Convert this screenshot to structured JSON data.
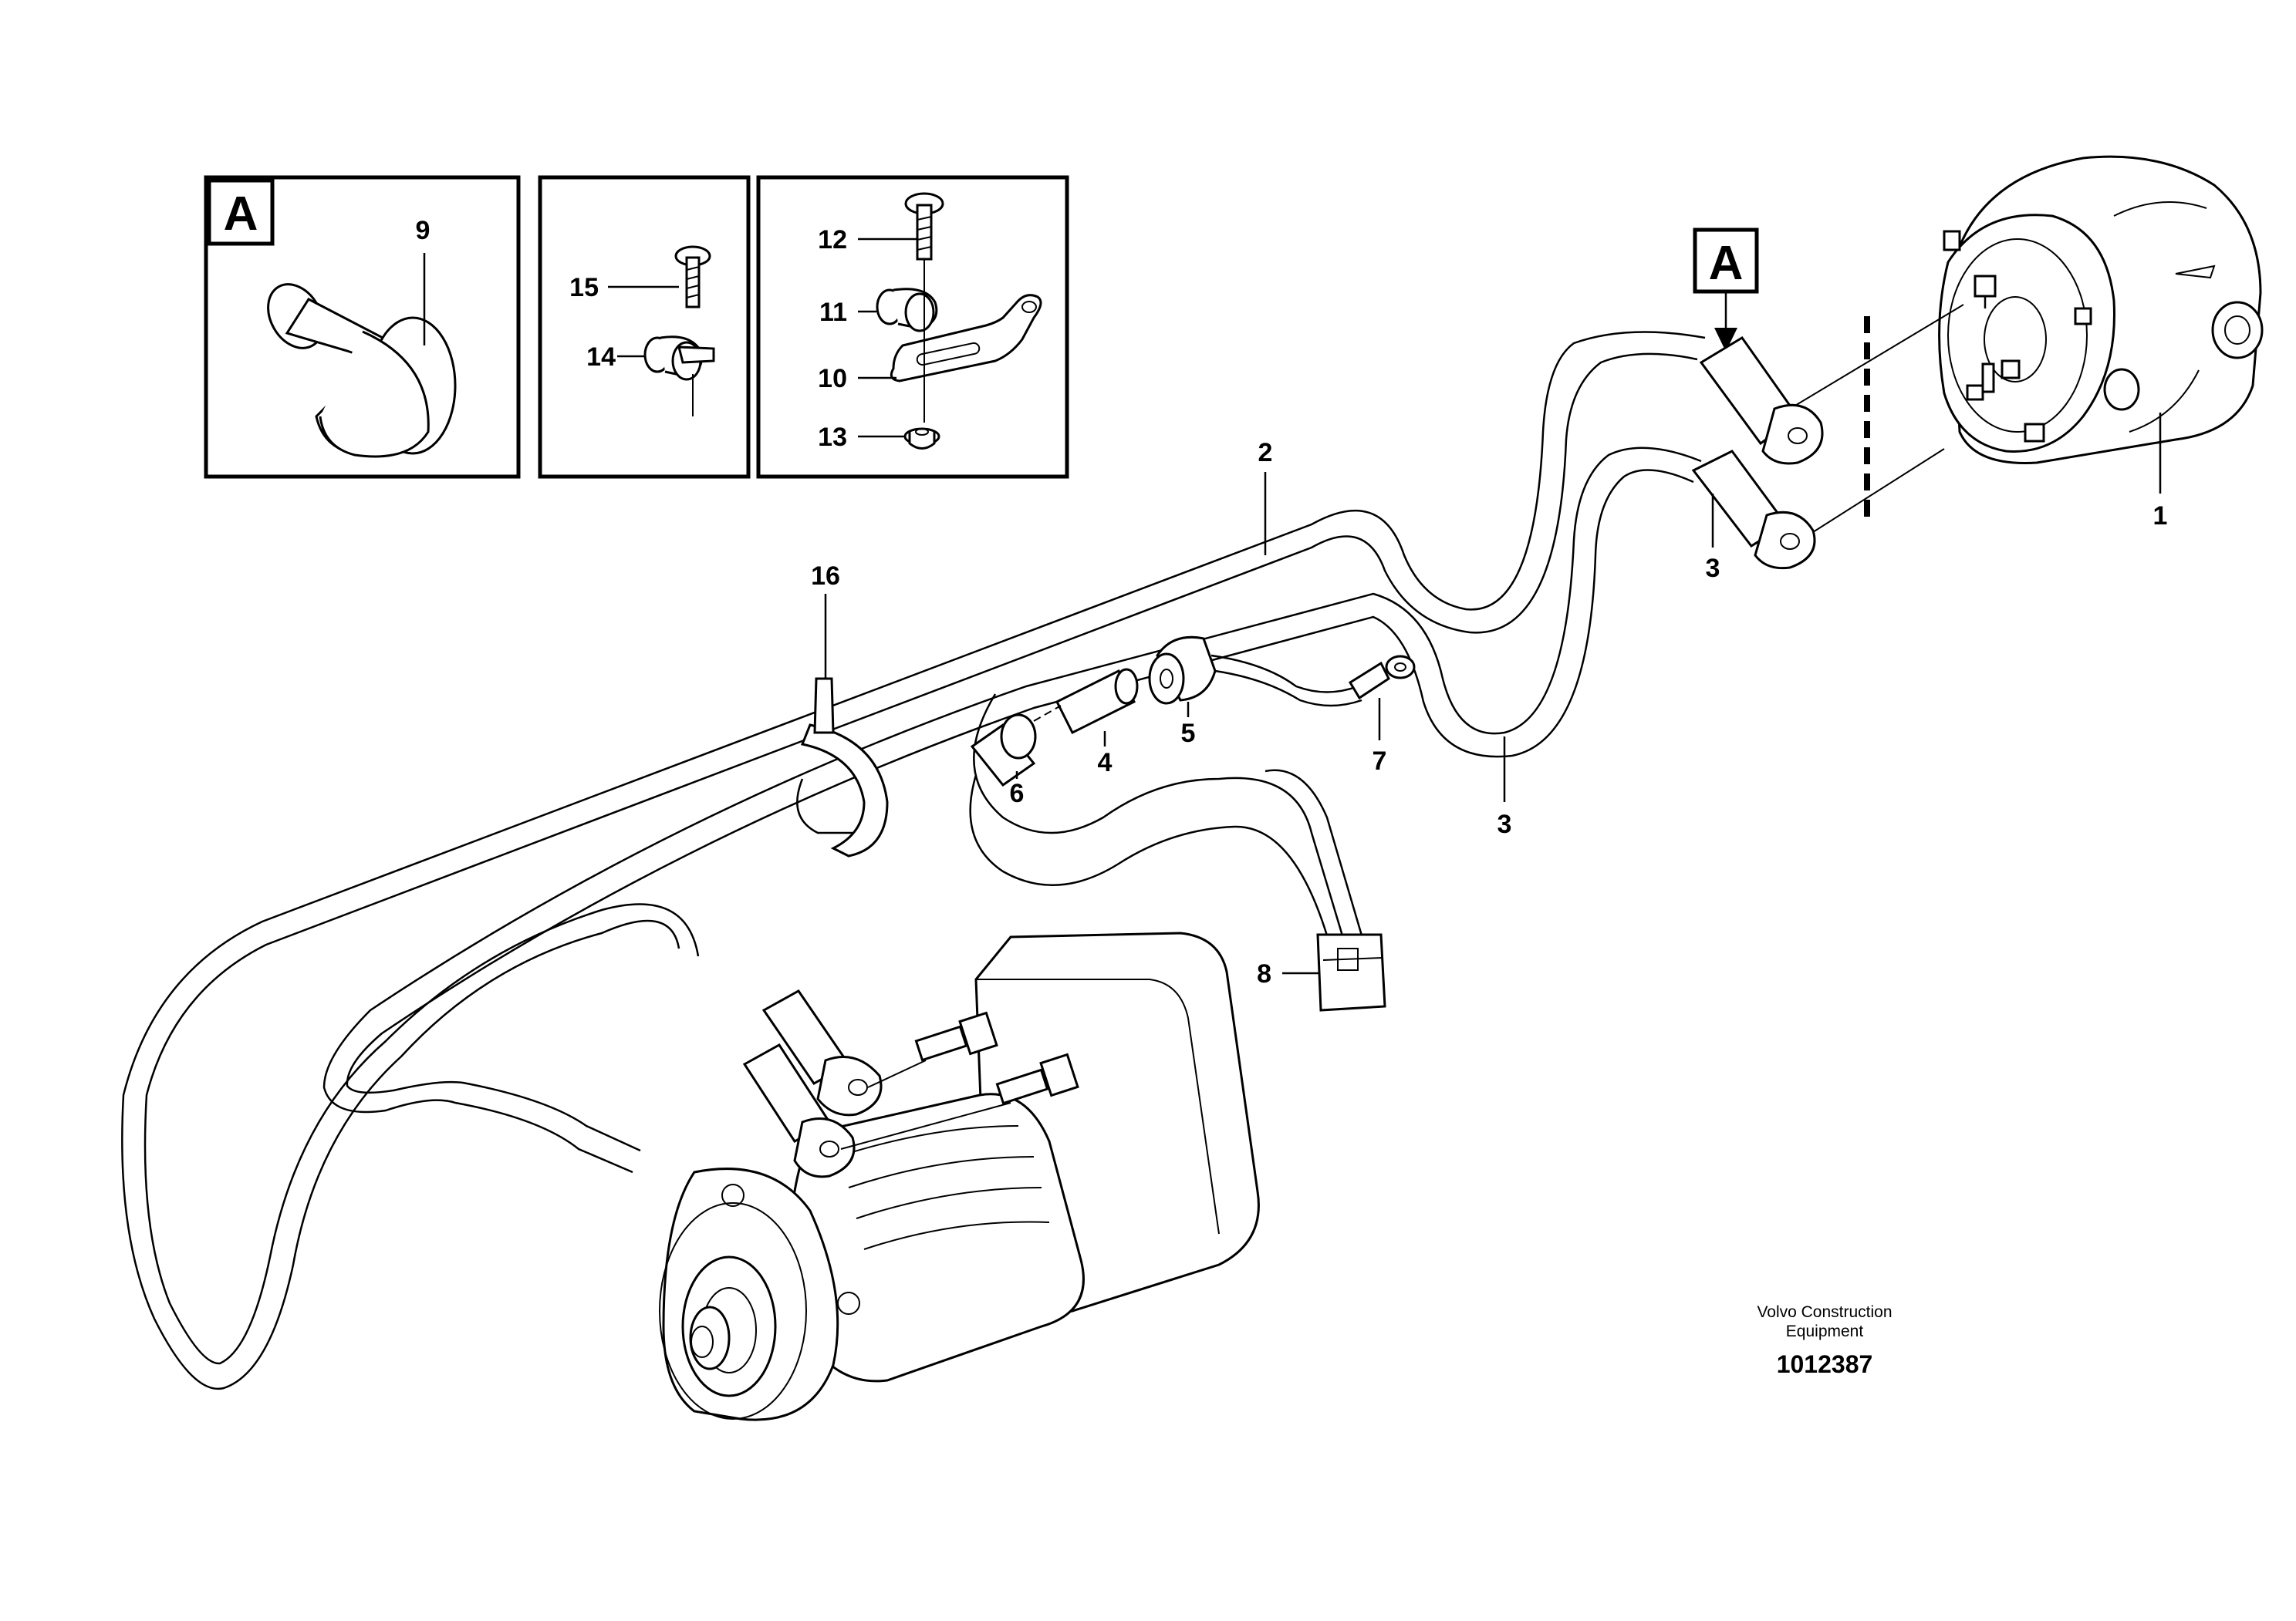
{
  "callouts": {
    "c1": "1",
    "c2": "2",
    "c3a": "3",
    "c3b": "3",
    "c4": "4",
    "c5": "5",
    "c6": "6",
    "c7": "7",
    "c8": "8",
    "c9": "9",
    "c10": "10",
    "c11": "11",
    "c12": "12",
    "c13": "13",
    "c14": "14",
    "c15": "15",
    "c16": "16"
  },
  "detail_view": {
    "letter": "A",
    "marker_letter": "A"
  },
  "credit": {
    "line1": "Volvo Construction",
    "line2": "Equipment"
  },
  "document_number": "1012387"
}
